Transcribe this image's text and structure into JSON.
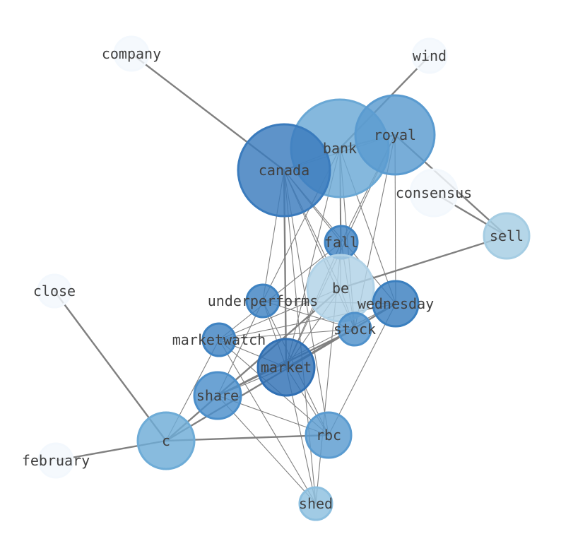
{
  "graph": {
    "nodes": [
      {
        "id": "company",
        "label": "company",
        "color": "#f3f8fd",
        "weight": 1
      },
      {
        "id": "wind",
        "label": "wind",
        "color": "#f3f8fd",
        "weight": 1
      },
      {
        "id": "bank",
        "label": "bank",
        "color": "#6aa8d5",
        "weight": 10
      },
      {
        "id": "royal",
        "label": "royal",
        "color": "#5a9bd0",
        "weight": 7
      },
      {
        "id": "canada",
        "label": "canada",
        "color": "#3a7bbd",
        "weight": 9
      },
      {
        "id": "consensus",
        "label": "consensus",
        "color": "#f3f8fd",
        "weight": 2
      },
      {
        "id": "sell",
        "label": "sell",
        "color": "#a5cde3",
        "weight": 2
      },
      {
        "id": "fall",
        "label": "fall",
        "color": "#3f83c2",
        "weight": 1
      },
      {
        "id": "close",
        "label": "close",
        "color": "#f3f8fd",
        "weight": 1
      },
      {
        "id": "be",
        "label": "be",
        "color": "#b0d2e7",
        "weight": 5
      },
      {
        "id": "underperforms",
        "label": "underperforms",
        "color": "#3f83c2",
        "weight": 1
      },
      {
        "id": "wednesday",
        "label": "wednesday",
        "color": "#3a7fbf",
        "weight": 2
      },
      {
        "id": "stock",
        "label": "stock",
        "color": "#4f91cb",
        "weight": 1
      },
      {
        "id": "marketwatch",
        "label": "marketwatch",
        "color": "#3f83c2",
        "weight": 1
      },
      {
        "id": "market",
        "label": "market",
        "color": "#3070b4",
        "weight": 3
      },
      {
        "id": "share",
        "label": "share",
        "color": "#4c8fca",
        "weight": 2
      },
      {
        "id": "c",
        "label": "c",
        "color": "#6eacd7",
        "weight": 3
      },
      {
        "id": "rbc",
        "label": "rbc",
        "color": "#5a9bd0",
        "weight": 2
      },
      {
        "id": "february",
        "label": "february",
        "color": "#f3f8fd",
        "weight": 1
      },
      {
        "id": "shed",
        "label": "shed",
        "color": "#8cbfdf",
        "weight": 1
      }
    ],
    "strong_edges": [
      [
        "company",
        "canada"
      ],
      [
        "wind",
        "bank"
      ],
      [
        "bank",
        "royal"
      ],
      [
        "royal",
        "sell"
      ],
      [
        "consensus",
        "sell"
      ],
      [
        "be",
        "sell"
      ],
      [
        "close",
        "c"
      ],
      [
        "february",
        "c"
      ],
      [
        "c",
        "rbc"
      ],
      [
        "c",
        "wednesday"
      ],
      [
        "c",
        "be"
      ],
      [
        "canada",
        "market"
      ],
      [
        "share",
        "stock"
      ]
    ],
    "weak_edges": [
      [
        "canada",
        "fall"
      ],
      [
        "canada",
        "be"
      ],
      [
        "canada",
        "underperforms"
      ],
      [
        "canada",
        "wednesday"
      ],
      [
        "canada",
        "stock"
      ],
      [
        "canada",
        "rbc"
      ],
      [
        "canada",
        "shed"
      ],
      [
        "canada",
        "royal"
      ],
      [
        "canada",
        "bank"
      ],
      [
        "bank",
        "fall"
      ],
      [
        "bank",
        "be"
      ],
      [
        "bank",
        "stock"
      ],
      [
        "bank",
        "wednesday"
      ],
      [
        "bank",
        "underperforms"
      ],
      [
        "bank",
        "market"
      ],
      [
        "royal",
        "wednesday"
      ],
      [
        "royal",
        "fall"
      ],
      [
        "royal",
        "market"
      ],
      [
        "royal",
        "stock"
      ],
      [
        "fall",
        "market"
      ],
      [
        "fall",
        "marketwatch"
      ],
      [
        "fall",
        "stock"
      ],
      [
        "fall",
        "shed"
      ],
      [
        "underperforms",
        "stock"
      ],
      [
        "underperforms",
        "wednesday"
      ],
      [
        "underperforms",
        "rbc"
      ],
      [
        "underperforms",
        "share"
      ],
      [
        "underperforms",
        "market"
      ],
      [
        "marketwatch",
        "stock"
      ],
      [
        "marketwatch",
        "wednesday"
      ],
      [
        "marketwatch",
        "rbc"
      ],
      [
        "marketwatch",
        "shed"
      ],
      [
        "marketwatch",
        "c"
      ],
      [
        "marketwatch",
        "market"
      ],
      [
        "market",
        "stock"
      ],
      [
        "market",
        "wednesday"
      ],
      [
        "market",
        "share"
      ],
      [
        "market",
        "rbc"
      ],
      [
        "market",
        "shed"
      ],
      [
        "market",
        "be"
      ],
      [
        "share",
        "wednesday"
      ],
      [
        "share",
        "rbc"
      ],
      [
        "share",
        "shed"
      ],
      [
        "wednesday",
        "rbc"
      ],
      [
        "stock",
        "be"
      ],
      [
        "be",
        "marketwatch"
      ]
    ]
  }
}
